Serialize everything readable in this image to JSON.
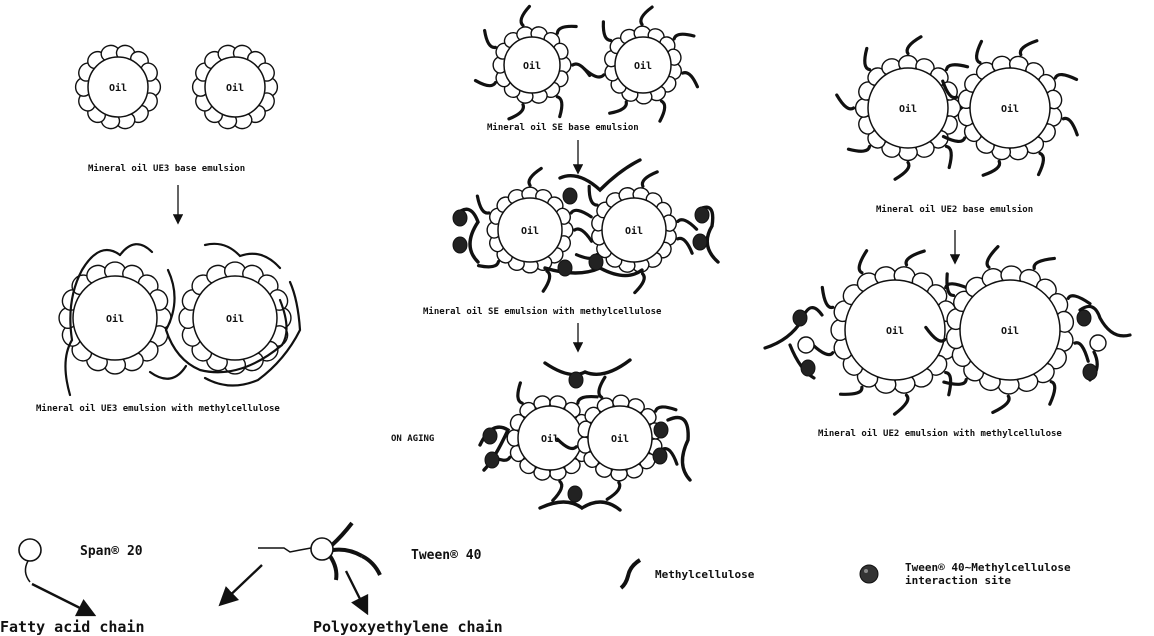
{
  "oil_label": "Oil",
  "oil_label_alt": "Oil",
  "captions": {
    "ue3_base": "Mineral oil UE3 base emulsion",
    "ue3_mc": "Mineral oil UE3 emulsion with methylcellulose",
    "se_base": "Mineral oil SE base emulsion",
    "se_mc": "Mineral oil SE emulsion with methylcellulose",
    "on_aging": "ON AGING",
    "ue2_base": "Mineral oil UE2 base emulsion",
    "ue2_mc": "Mineral oil UE2 emulsion with methylcellulose"
  },
  "legend": {
    "span": "Span® 20",
    "tween": "Tween® 40",
    "methylcellulose": "Methylcellulose",
    "interaction_line1": "Tween® 40~Methylcellulose",
    "interaction_line2": "interaction site",
    "fatty_acid": "Fatty acid chain",
    "polyoxyethylene": "Polyoxyethylene chain"
  }
}
